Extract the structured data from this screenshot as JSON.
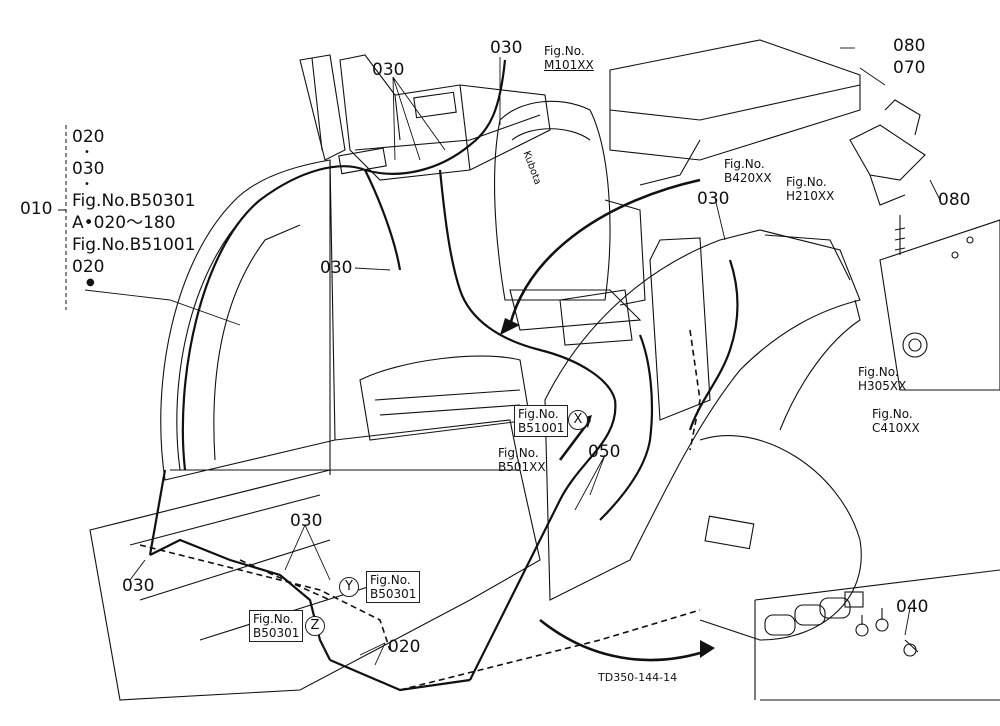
{
  "drawing_code": "TD350-144-14",
  "group_list": {
    "ref": "010",
    "lines": [
      "020",
      "030",
      "Fig.No.B50301",
      "A•020～180",
      "Fig.No.B51001",
      "020"
    ]
  },
  "part_labels": {
    "p030_a": "030",
    "p030_b": "030",
    "p030_c": "030",
    "p030_d": "030",
    "p030_e": "030",
    "p030_f": "030",
    "p080_a": "080",
    "p070": "070",
    "p080_b": "080",
    "p050": "050",
    "p040": "040",
    "p020": "020"
  },
  "fig_refs": {
    "m101": [
      "Fig.No.",
      "M101XX"
    ],
    "b420": [
      "Fig.No.",
      "B420XX"
    ],
    "h210": [
      "Fig.No.",
      "H210XX"
    ],
    "h305": [
      "Fig.No.",
      "H305XX"
    ],
    "c410": [
      "Fig.No.",
      "C410XX"
    ],
    "b501": [
      "Fig.No.",
      "B501XX"
    ]
  },
  "view_callouts": {
    "x": {
      "fig": [
        "Fig.No.",
        "B51001"
      ],
      "letter": "X"
    },
    "y": {
      "fig": [
        "Fig.No.",
        "B50301"
      ],
      "letter": "Y"
    },
    "z": {
      "fig": [
        "Fig.No.",
        "B50301"
      ],
      "letter": "Z"
    }
  },
  "seat_brand": "Kubota"
}
